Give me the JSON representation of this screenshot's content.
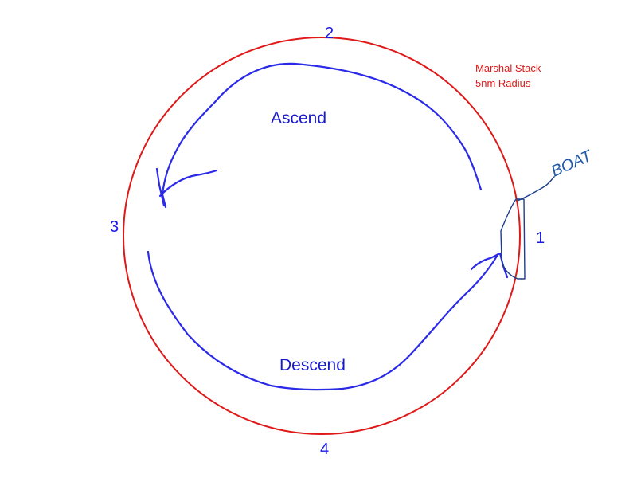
{
  "diagram": {
    "positions": {
      "p1": "1",
      "p2": "2",
      "p3": "3",
      "p4": "4"
    },
    "phases": {
      "ascend": "Ascend",
      "descend": "Descend"
    },
    "note": {
      "line1": "Marshal Stack",
      "line2": "5nm Radius"
    },
    "boat": "BOAT"
  },
  "colors": {
    "stack_circle": "#e01818",
    "path_stroke": "#2a2ae8",
    "labels": "#1a1ae6",
    "note": "#e01818",
    "boat": "#1f5aa8"
  }
}
